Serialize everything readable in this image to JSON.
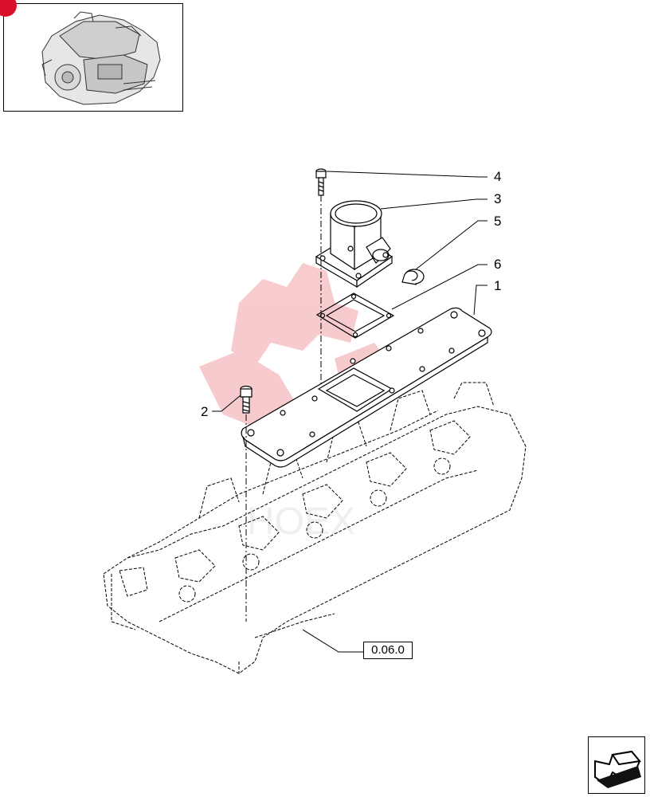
{
  "callouts": [
    {
      "id": "c4",
      "label": "4"
    },
    {
      "id": "c3",
      "label": "3"
    },
    {
      "id": "c5",
      "label": "5"
    },
    {
      "id": "c6",
      "label": "6"
    },
    {
      "id": "c1",
      "label": "1"
    },
    {
      "id": "c2",
      "label": "2"
    }
  ],
  "reference": {
    "label": "0.06.0"
  },
  "icons": {
    "thumbnail": "engine-overview-thumbnail",
    "navigation": "next-page-arrow-icon",
    "watermark": "gear-logo-watermark"
  },
  "colors": {
    "line": "#000000",
    "watermark": "#f2a0a6",
    "corner_badge": "#d8102a"
  }
}
